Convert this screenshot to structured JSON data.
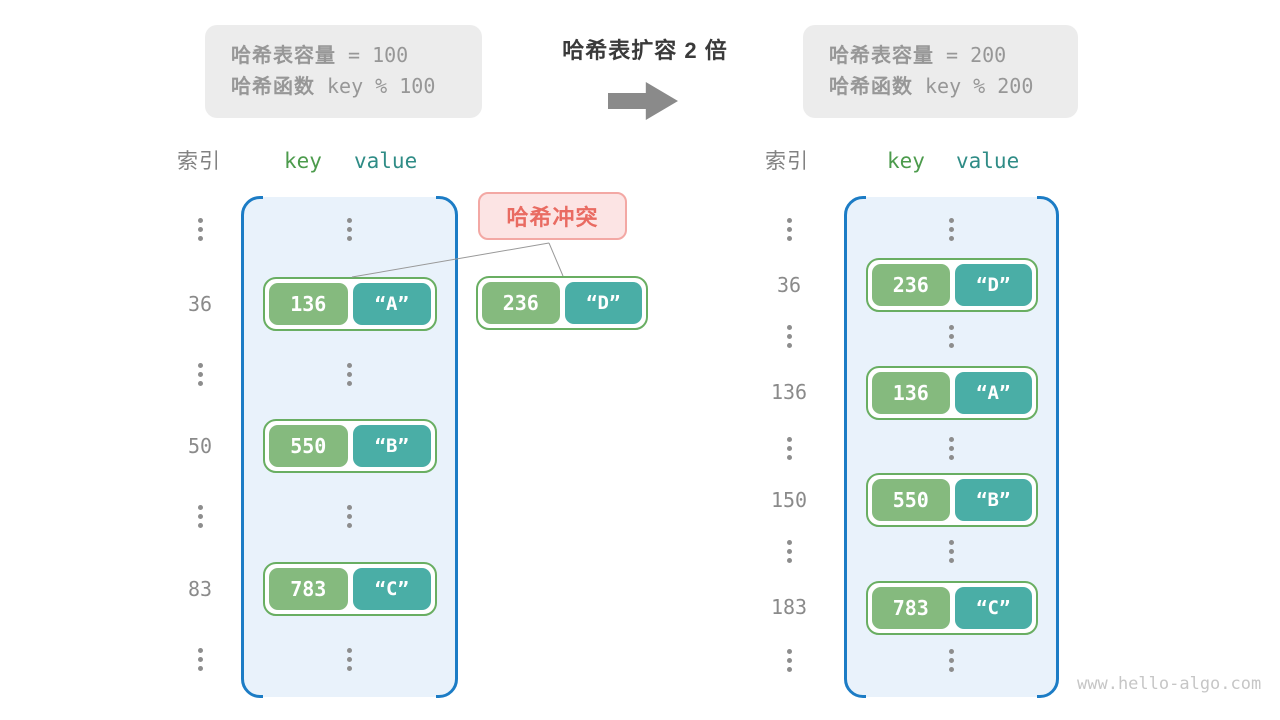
{
  "title": "哈希表扩容 2 倍",
  "before_box": {
    "capacity_label": "哈希表容量",
    "capacity_value": "= 100",
    "hash_label": "哈希函数",
    "hash_value": "key % 100"
  },
  "after_box": {
    "capacity_label": "哈希表容量",
    "capacity_value": "= 200",
    "hash_label": "哈希函数",
    "hash_value": "key % 200"
  },
  "collision": {
    "label": "哈希冲突"
  },
  "columns": {
    "index": "索引",
    "key": "key",
    "value": "value"
  },
  "before_table": {
    "rows": [
      {
        "index": "36",
        "key": "136",
        "value": "“A”"
      },
      {
        "index": "50",
        "key": "550",
        "value": "“B”"
      },
      {
        "index": "83",
        "key": "783",
        "value": "“C”"
      }
    ]
  },
  "after_table": {
    "rows": [
      {
        "index": "36",
        "key": "236",
        "value": "“D”"
      },
      {
        "index": "136",
        "key": "136",
        "value": "“A”"
      },
      {
        "index": "150",
        "key": "550",
        "value": "“B”"
      },
      {
        "index": "183",
        "key": "783",
        "value": "“C”"
      }
    ]
  },
  "colliding_entry": {
    "key": "236",
    "value": "“D”"
  },
  "watermark": "www.hello-algo.com",
  "colors": {
    "key_green": "#85BA7E",
    "value_teal": "#4AAEA6",
    "entry_border": "#69AE62",
    "table_bg": "#E9F2FB",
    "table_bracket": "#1C7CC5",
    "collision_text": "#E96B62",
    "collision_bg": "#FCE4E4",
    "collision_border": "#F3A8A4",
    "info_bg": "#ECECEC",
    "info_text": "#979797",
    "arrow_gray": "#8A8A8A",
    "header_key": "#4C9B4C",
    "header_value": "#2F8C86",
    "index_gray": "#8A8A8A"
  }
}
